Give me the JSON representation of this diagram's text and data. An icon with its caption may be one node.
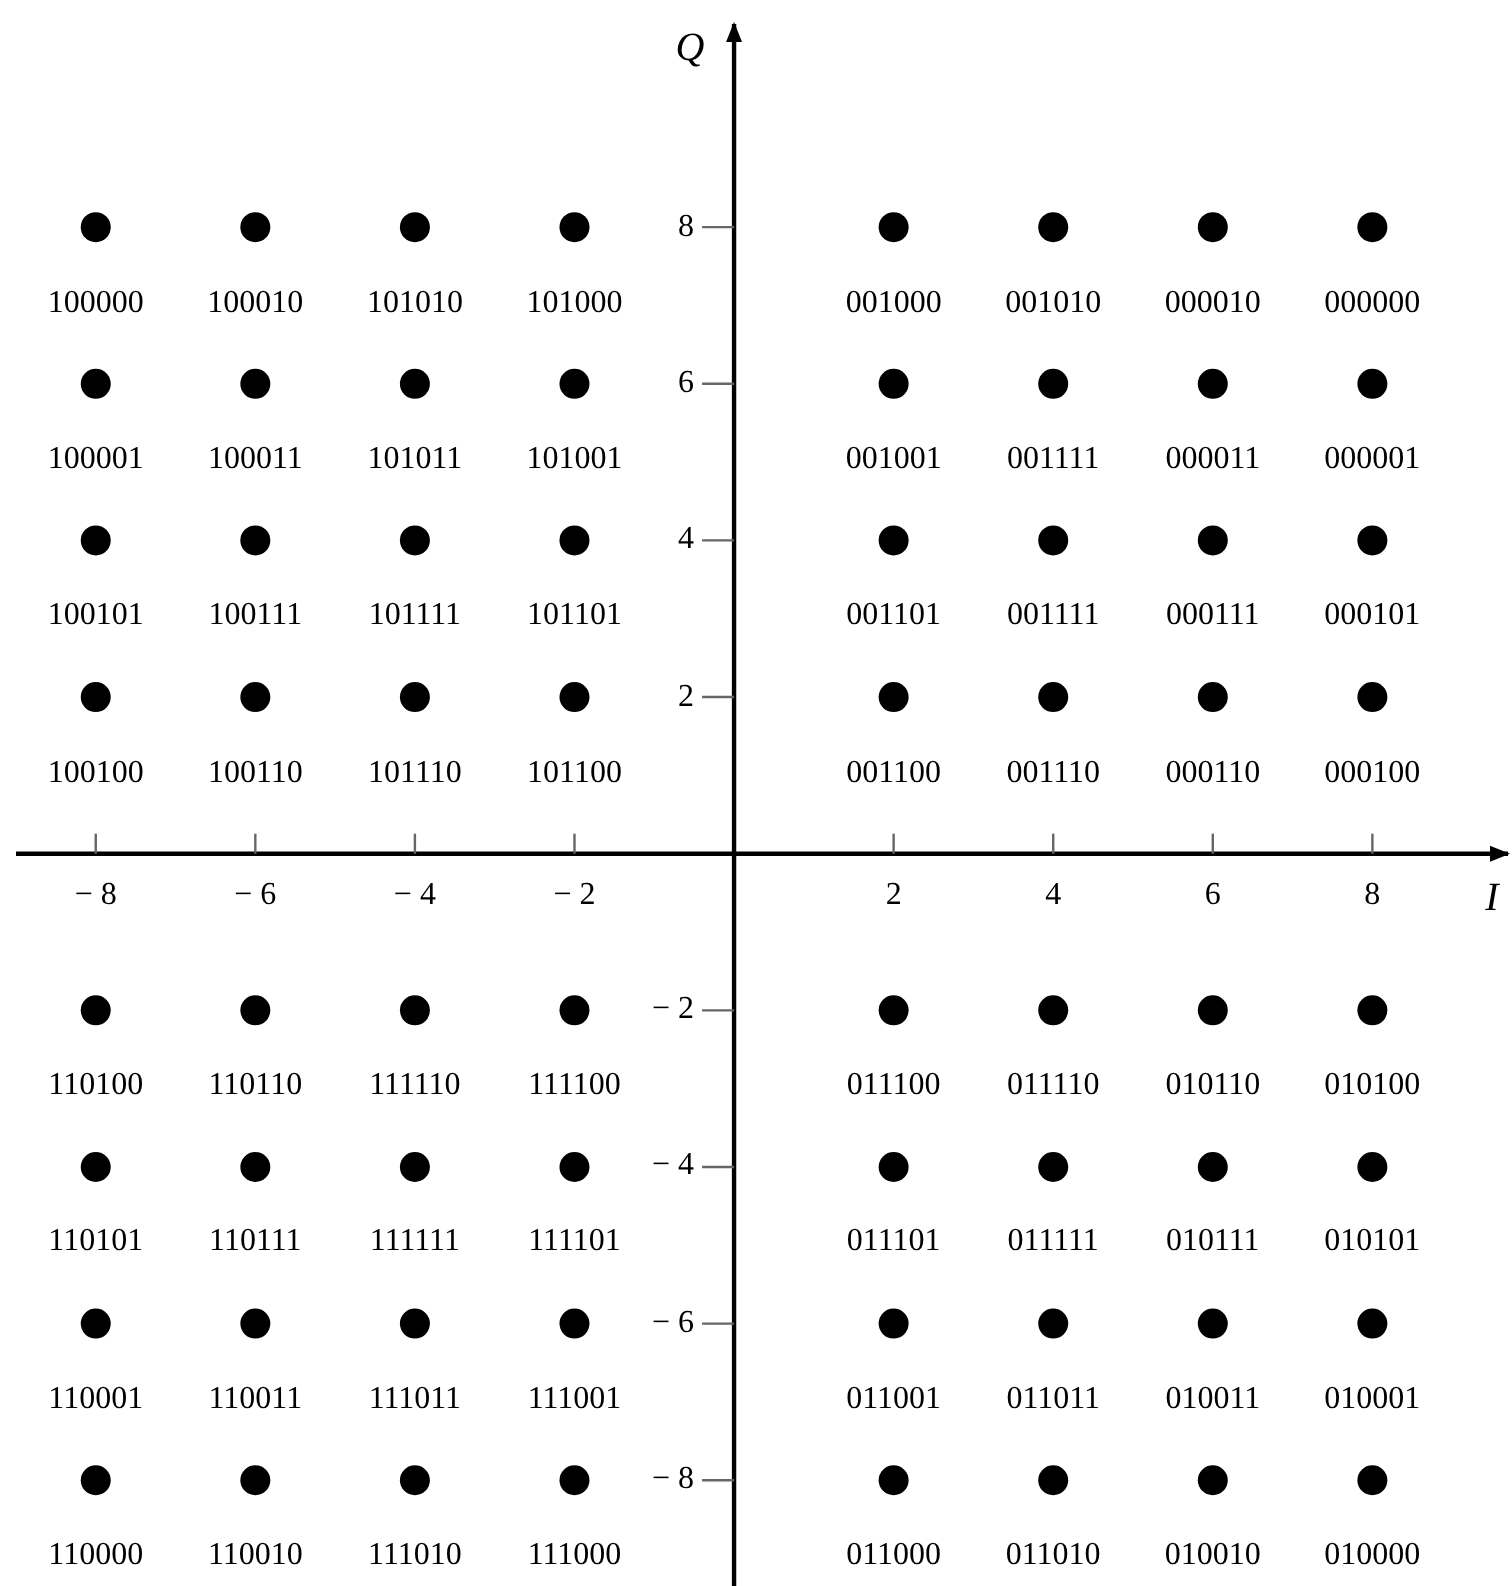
{
  "diagram": {
    "chart_data": {
      "type": "scatter",
      "xlabel": "I",
      "ylabel": "Q",
      "xlim": [
        -9.2,
        9.75
      ],
      "ylim": [
        -9.35,
        10.9
      ],
      "xticks": [
        {
          "value": -8,
          "label": "− 8"
        },
        {
          "value": -6,
          "label": "− 6"
        },
        {
          "value": -4,
          "label": "− 4"
        },
        {
          "value": -2,
          "label": "− 2"
        },
        {
          "value": 2,
          "label": "2"
        },
        {
          "value": 4,
          "label": "4"
        },
        {
          "value": 6,
          "label": "6"
        },
        {
          "value": 8,
          "label": "8"
        }
      ],
      "yticks": [
        {
          "value": 8,
          "label": "8"
        },
        {
          "value": 6,
          "label": "6"
        },
        {
          "value": 4,
          "label": "4"
        },
        {
          "value": 2,
          "label": "2"
        },
        {
          "value": -2,
          "label": "− 2"
        },
        {
          "value": -4,
          "label": "− 4"
        },
        {
          "value": -6,
          "label": "− 6"
        },
        {
          "value": -8,
          "label": "− 8"
        }
      ],
      "x": [
        -8,
        -6,
        -4,
        -2,
        2,
        4,
        6,
        8,
        -8,
        -6,
        -4,
        -2,
        2,
        4,
        6,
        8,
        -8,
        -6,
        -4,
        -2,
        2,
        4,
        6,
        8,
        -8,
        -6,
        -4,
        -2,
        2,
        4,
        6,
        8,
        -8,
        -6,
        -4,
        -2,
        2,
        4,
        6,
        8,
        -8,
        -6,
        -4,
        -2,
        2,
        4,
        6,
        8,
        -8,
        -6,
        -4,
        -2,
        2,
        4,
        6,
        8,
        -8,
        -6,
        -4,
        -2,
        2,
        4,
        6,
        8
      ],
      "series": [
        {
          "color": "#000000",
          "values": [
            8,
            8,
            8,
            8,
            8,
            8,
            8,
            8,
            6,
            6,
            6,
            6,
            6,
            6,
            6,
            6,
            4,
            4,
            4,
            4,
            4,
            4,
            4,
            4,
            2,
            2,
            2,
            2,
            2,
            2,
            2,
            2,
            -2,
            -2,
            -2,
            -2,
            -2,
            -2,
            -2,
            -2,
            -4,
            -4,
            -4,
            -4,
            -4,
            -4,
            -4,
            -4,
            -6,
            -6,
            -6,
            -6,
            -6,
            -6,
            -6,
            -6,
            -8,
            -8,
            -8,
            -8,
            -8,
            -8,
            -8,
            -8
          ]
        }
      ],
      "annotations": [
        {
          "x": -8,
          "y": 8,
          "text": "100000"
        },
        {
          "x": -6,
          "y": 8,
          "text": "100010"
        },
        {
          "x": -4,
          "y": 8,
          "text": "101010"
        },
        {
          "x": -2,
          "y": 8,
          "text": "101000"
        },
        {
          "x": 2,
          "y": 8,
          "text": "001000"
        },
        {
          "x": 4,
          "y": 8,
          "text": "001010"
        },
        {
          "x": 6,
          "y": 8,
          "text": "000010"
        },
        {
          "x": 8,
          "y": 8,
          "text": "000000"
        },
        {
          "x": -8,
          "y": 6,
          "text": "100001"
        },
        {
          "x": -6,
          "y": 6,
          "text": "100011"
        },
        {
          "x": -4,
          "y": 6,
          "text": "101011"
        },
        {
          "x": -2,
          "y": 6,
          "text": "101001"
        },
        {
          "x": 2,
          "y": 6,
          "text": "001001"
        },
        {
          "x": 4,
          "y": 6,
          "text": "001111"
        },
        {
          "x": 6,
          "y": 6,
          "text": "000011"
        },
        {
          "x": 8,
          "y": 6,
          "text": "000001"
        },
        {
          "x": -8,
          "y": 4,
          "text": "100101"
        },
        {
          "x": -6,
          "y": 4,
          "text": "100111"
        },
        {
          "x": -4,
          "y": 4,
          "text": "101111"
        },
        {
          "x": -2,
          "y": 4,
          "text": "101101"
        },
        {
          "x": 2,
          "y": 4,
          "text": "001101"
        },
        {
          "x": 4,
          "y": 4,
          "text": "001111"
        },
        {
          "x": 6,
          "y": 4,
          "text": "000111"
        },
        {
          "x": 8,
          "y": 4,
          "text": "000101"
        },
        {
          "x": -8,
          "y": 2,
          "text": "100100"
        },
        {
          "x": -6,
          "y": 2,
          "text": "100110"
        },
        {
          "x": -4,
          "y": 2,
          "text": "101110"
        },
        {
          "x": -2,
          "y": 2,
          "text": "101100"
        },
        {
          "x": 2,
          "y": 2,
          "text": "001100"
        },
        {
          "x": 4,
          "y": 2,
          "text": "001110"
        },
        {
          "x": 6,
          "y": 2,
          "text": "000110"
        },
        {
          "x": 8,
          "y": 2,
          "text": "000100"
        },
        {
          "x": -8,
          "y": -2,
          "text": "110100"
        },
        {
          "x": -6,
          "y": -2,
          "text": "110110"
        },
        {
          "x": -4,
          "y": -2,
          "text": "111110"
        },
        {
          "x": -2,
          "y": -2,
          "text": "111100"
        },
        {
          "x": 2,
          "y": -2,
          "text": "011100"
        },
        {
          "x": 4,
          "y": -2,
          "text": "011110"
        },
        {
          "x": 6,
          "y": -2,
          "text": "010110"
        },
        {
          "x": 8,
          "y": -2,
          "text": "010100"
        },
        {
          "x": -8,
          "y": -4,
          "text": "110101"
        },
        {
          "x": -6,
          "y": -4,
          "text": "110111"
        },
        {
          "x": -4,
          "y": -4,
          "text": "111111"
        },
        {
          "x": -2,
          "y": -4,
          "text": "111101"
        },
        {
          "x": 2,
          "y": -4,
          "text": "011101"
        },
        {
          "x": 4,
          "y": -4,
          "text": "011111"
        },
        {
          "x": 6,
          "y": -4,
          "text": "010111"
        },
        {
          "x": 8,
          "y": -4,
          "text": "010101"
        },
        {
          "x": -8,
          "y": -6,
          "text": "110001"
        },
        {
          "x": -6,
          "y": -6,
          "text": "110011"
        },
        {
          "x": -4,
          "y": -6,
          "text": "111011"
        },
        {
          "x": -2,
          "y": -6,
          "text": "111001"
        },
        {
          "x": 2,
          "y": -6,
          "text": "011001"
        },
        {
          "x": 4,
          "y": -6,
          "text": "011011"
        },
        {
          "x": 6,
          "y": -6,
          "text": "010011"
        },
        {
          "x": 8,
          "y": -6,
          "text": "010001"
        },
        {
          "x": -8,
          "y": -8,
          "text": "110000"
        },
        {
          "x": -6,
          "y": -8,
          "text": "110010"
        },
        {
          "x": -4,
          "y": -8,
          "text": "111010"
        },
        {
          "x": -2,
          "y": -8,
          "text": "111000"
        },
        {
          "x": 2,
          "y": -8,
          "text": "011000"
        },
        {
          "x": 4,
          "y": -8,
          "text": "011010"
        },
        {
          "x": 6,
          "y": -8,
          "text": "010010"
        },
        {
          "x": 8,
          "y": -8,
          "text": "010000"
        }
      ]
    }
  }
}
